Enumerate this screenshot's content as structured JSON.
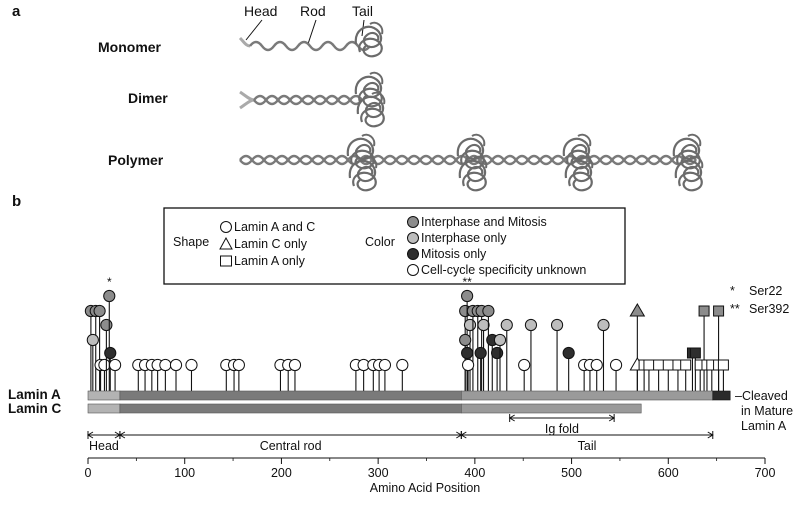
{
  "panel_a": {
    "letter": "a",
    "part_labels": {
      "head": "Head",
      "rod": "Rod",
      "tail": "Tail"
    },
    "rows": {
      "monomer": "Monomer",
      "dimer": "Dimer",
      "polymer": "Polymer"
    }
  },
  "panel_b": {
    "letter": "b",
    "legend": {
      "shape_title": "Shape",
      "shape_items": [
        "Lamin A and C",
        "Lamin C only",
        "Lamin A only"
      ],
      "color_title": "Color",
      "color_items": [
        "Interphase and Mitosis",
        "Interphase only",
        "Mitosis only",
        "Cell-cycle specificity unknown"
      ],
      "colors": {
        "interphase_and_mitosis": "#8c8c8c",
        "interphase_only": "#bdbdbd",
        "mitosis_only": "#2e2e2e",
        "unknown": "#ffffff"
      }
    },
    "footnotes": [
      {
        "mark": "*",
        "text": "Ser22"
      },
      {
        "mark": "**",
        "text": "Ser392"
      }
    ],
    "bars": {
      "lamin_a_label": "Lamin A",
      "lamin_c_label": "Lamin C",
      "lamin_a_length": 664,
      "lamin_c_length": 572,
      "cleaved_from": 646,
      "cleaved_note": [
        "–Cleaved",
        "in Mature",
        "Lamin A"
      ]
    },
    "regions": {
      "head": {
        "label": "Head",
        "start": 0,
        "end": 33
      },
      "central_rod": {
        "label": "Central rod",
        "start": 33,
        "end": 386
      },
      "tail": {
        "label": "Tail",
        "start": 386,
        "end": 646
      },
      "ig_fold": {
        "label": "Ig fold",
        "start": 436,
        "end": 544
      }
    },
    "axis": {
      "label": "Amino Acid Position",
      "min": 0,
      "max": 700,
      "ticks": [
        "0",
        "100",
        "200",
        "300",
        "400",
        "500",
        "600",
        "700"
      ]
    },
    "sites": [
      {
        "pos": 3,
        "level": 2,
        "shape": "circle",
        "color": "interphase_and_mitosis"
      },
      {
        "pos": 8,
        "level": 2,
        "shape": "circle",
        "color": "interphase_and_mitosis"
      },
      {
        "pos": 5,
        "level": 4,
        "shape": "circle",
        "color": "interphase_only"
      },
      {
        "pos": 12,
        "level": 2,
        "shape": "circle",
        "color": "interphase_and_mitosis"
      },
      {
        "pos": 13,
        "level": 6,
        "shape": "circle",
        "color": "unknown"
      },
      {
        "pos": 17,
        "level": 6,
        "shape": "circle",
        "color": "unknown"
      },
      {
        "pos": 19,
        "level": 3,
        "shape": "circle",
        "color": "interphase_and_mitosis"
      },
      {
        "pos": 22,
        "level": 1,
        "shape": "circle",
        "color": "interphase_and_mitosis",
        "mark": "*"
      },
      {
        "pos": 23,
        "level": 5,
        "shape": "circle",
        "color": "mitosis_only"
      },
      {
        "pos": 28,
        "level": 6,
        "shape": "circle",
        "color": "unknown"
      },
      {
        "pos": 52,
        "level": 6,
        "shape": "circle",
        "color": "unknown"
      },
      {
        "pos": 59,
        "level": 6,
        "shape": "circle",
        "color": "unknown"
      },
      {
        "pos": 66,
        "level": 6,
        "shape": "circle",
        "color": "unknown"
      },
      {
        "pos": 72,
        "level": 6,
        "shape": "circle",
        "color": "unknown"
      },
      {
        "pos": 80,
        "level": 6,
        "shape": "circle",
        "color": "unknown"
      },
      {
        "pos": 91,
        "level": 6,
        "shape": "circle",
        "color": "unknown"
      },
      {
        "pos": 107,
        "level": 6,
        "shape": "circle",
        "color": "unknown"
      },
      {
        "pos": 143,
        "level": 6,
        "shape": "circle",
        "color": "unknown"
      },
      {
        "pos": 151,
        "level": 6,
        "shape": "circle",
        "color": "unknown"
      },
      {
        "pos": 156,
        "level": 6,
        "shape": "circle",
        "color": "unknown"
      },
      {
        "pos": 199,
        "level": 6,
        "shape": "circle",
        "color": "unknown"
      },
      {
        "pos": 207,
        "level": 6,
        "shape": "circle",
        "color": "unknown"
      },
      {
        "pos": 214,
        "level": 6,
        "shape": "circle",
        "color": "unknown"
      },
      {
        "pos": 277,
        "level": 6,
        "shape": "circle",
        "color": "unknown"
      },
      {
        "pos": 285,
        "level": 6,
        "shape": "circle",
        "color": "unknown"
      },
      {
        "pos": 295,
        "level": 6,
        "shape": "circle",
        "color": "unknown"
      },
      {
        "pos": 301,
        "level": 6,
        "shape": "circle",
        "color": "unknown"
      },
      {
        "pos": 307,
        "level": 6,
        "shape": "circle",
        "color": "unknown"
      },
      {
        "pos": 325,
        "level": 6,
        "shape": "circle",
        "color": "unknown"
      },
      {
        "pos": 390,
        "level": 2,
        "shape": "circle",
        "color": "interphase_and_mitosis"
      },
      {
        "pos": 392,
        "level": 1,
        "shape": "circle",
        "color": "interphase_and_mitosis",
        "mark": "**"
      },
      {
        "pos": 395,
        "level": 3,
        "shape": "circle",
        "color": "interphase_only"
      },
      {
        "pos": 398,
        "level": 2,
        "shape": "circle",
        "color": "interphase_and_mitosis"
      },
      {
        "pos": 390,
        "level": 4,
        "shape": "circle",
        "color": "interphase_and_mitosis"
      },
      {
        "pos": 392,
        "level": 5,
        "shape": "circle",
        "color": "mitosis_only"
      },
      {
        "pos": 393,
        "level": 6,
        "shape": "circle",
        "color": "unknown"
      },
      {
        "pos": 403,
        "level": 2,
        "shape": "circle",
        "color": "interphase_and_mitosis"
      },
      {
        "pos": 407,
        "level": 2,
        "shape": "circle",
        "color": "interphase_and_mitosis"
      },
      {
        "pos": 409,
        "level": 3,
        "shape": "circle",
        "color": "interphase_only"
      },
      {
        "pos": 406,
        "level": 5,
        "shape": "circle",
        "color": "mitosis_only"
      },
      {
        "pos": 414,
        "level": 2,
        "shape": "circle",
        "color": "interphase_and_mitosis"
      },
      {
        "pos": 418,
        "level": 4,
        "shape": "circle",
        "color": "mitosis_only"
      },
      {
        "pos": 423,
        "level": 5,
        "shape": "circle",
        "color": "mitosis_only"
      },
      {
        "pos": 426,
        "level": 4,
        "shape": "circle",
        "color": "interphase_only"
      },
      {
        "pos": 433,
        "level": 3,
        "shape": "circle",
        "color": "interphase_only"
      },
      {
        "pos": 451,
        "level": 6,
        "shape": "circle",
        "color": "unknown"
      },
      {
        "pos": 458,
        "level": 3,
        "shape": "circle",
        "color": "interphase_only"
      },
      {
        "pos": 485,
        "level": 3,
        "shape": "circle",
        "color": "interphase_only"
      },
      {
        "pos": 497,
        "level": 5,
        "shape": "circle",
        "color": "mitosis_only"
      },
      {
        "pos": 513,
        "level": 6,
        "shape": "circle",
        "color": "unknown"
      },
      {
        "pos": 519,
        "level": 6,
        "shape": "circle",
        "color": "unknown"
      },
      {
        "pos": 526,
        "level": 6,
        "shape": "circle",
        "color": "unknown"
      },
      {
        "pos": 533,
        "level": 3,
        "shape": "circle",
        "color": "interphase_only"
      },
      {
        "pos": 546,
        "level": 6,
        "shape": "circle",
        "color": "unknown"
      },
      {
        "pos": 568,
        "level": 2,
        "shape": "triangle",
        "color": "interphase_and_mitosis"
      },
      {
        "pos": 568,
        "level": 6,
        "shape": "triangle",
        "color": "unknown"
      },
      {
        "pos": 575,
        "level": 6,
        "shape": "square",
        "color": "unknown"
      },
      {
        "pos": 580,
        "level": 6,
        "shape": "square",
        "color": "unknown"
      },
      {
        "pos": 590,
        "level": 6,
        "shape": "square",
        "color": "unknown"
      },
      {
        "pos": 600,
        "level": 6,
        "shape": "square",
        "color": "unknown"
      },
      {
        "pos": 610,
        "level": 6,
        "shape": "square",
        "color": "unknown"
      },
      {
        "pos": 618,
        "level": 6,
        "shape": "square",
        "color": "unknown"
      },
      {
        "pos": 625,
        "level": 5,
        "shape": "square",
        "color": "mitosis_only"
      },
      {
        "pos": 628,
        "level": 5,
        "shape": "square",
        "color": "mitosis_only"
      },
      {
        "pos": 633,
        "level": 6,
        "shape": "square",
        "color": "unknown"
      },
      {
        "pos": 637,
        "level": 2,
        "shape": "square",
        "color": "interphase_and_mitosis"
      },
      {
        "pos": 652,
        "level": 2,
        "shape": "square",
        "color": "interphase_and_mitosis"
      },
      {
        "pos": 640,
        "level": 6,
        "shape": "square",
        "color": "unknown"
      },
      {
        "pos": 645,
        "level": 6,
        "shape": "square",
        "color": "unknown"
      },
      {
        "pos": 652,
        "level": 6,
        "shape": "square",
        "color": "unknown"
      },
      {
        "pos": 657,
        "level": 6,
        "shape": "square",
        "color": "unknown"
      }
    ]
  }
}
